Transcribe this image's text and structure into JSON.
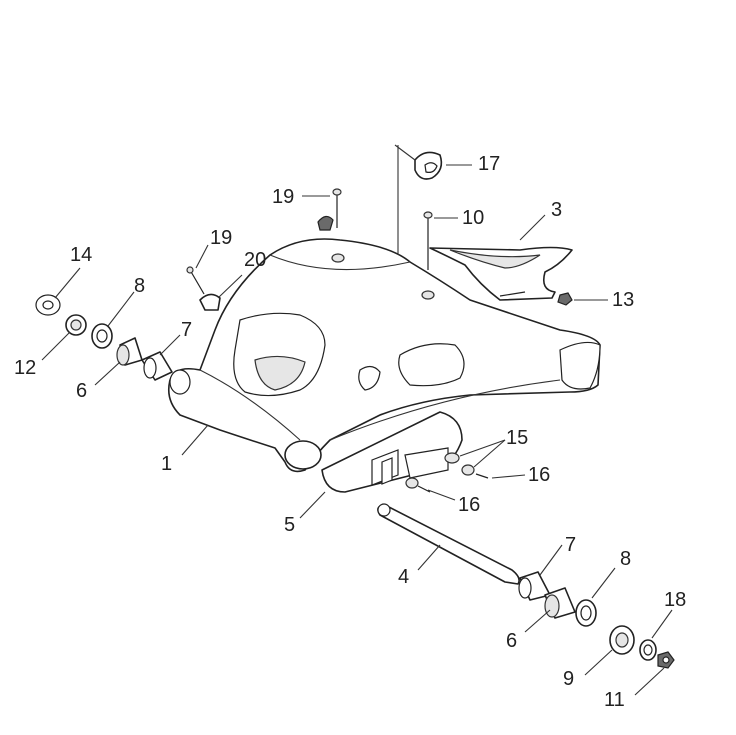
{
  "diagram": {
    "callouts": [
      {
        "id": "c14",
        "label": "14"
      },
      {
        "id": "c8a",
        "label": "8"
      },
      {
        "id": "c12",
        "label": "12"
      },
      {
        "id": "c6a",
        "label": "6"
      },
      {
        "id": "c7a",
        "label": "7"
      },
      {
        "id": "c19a",
        "label": "19"
      },
      {
        "id": "c20",
        "label": "20"
      },
      {
        "id": "c1",
        "label": "1"
      },
      {
        "id": "c19b",
        "label": "19"
      },
      {
        "id": "c17",
        "label": "17"
      },
      {
        "id": "c10",
        "label": "10"
      },
      {
        "id": "c3",
        "label": "3"
      },
      {
        "id": "c13",
        "label": "13"
      },
      {
        "id": "c15",
        "label": "15"
      },
      {
        "id": "c16a",
        "label": "16"
      },
      {
        "id": "c16b",
        "label": "16"
      },
      {
        "id": "c5",
        "label": "5"
      },
      {
        "id": "c4",
        "label": "4"
      },
      {
        "id": "c7b",
        "label": "7"
      },
      {
        "id": "c8b",
        "label": "8"
      },
      {
        "id": "c6b",
        "label": "6"
      },
      {
        "id": "c18",
        "label": "18"
      },
      {
        "id": "c9",
        "label": "9"
      },
      {
        "id": "c11",
        "label": "11"
      }
    ]
  }
}
